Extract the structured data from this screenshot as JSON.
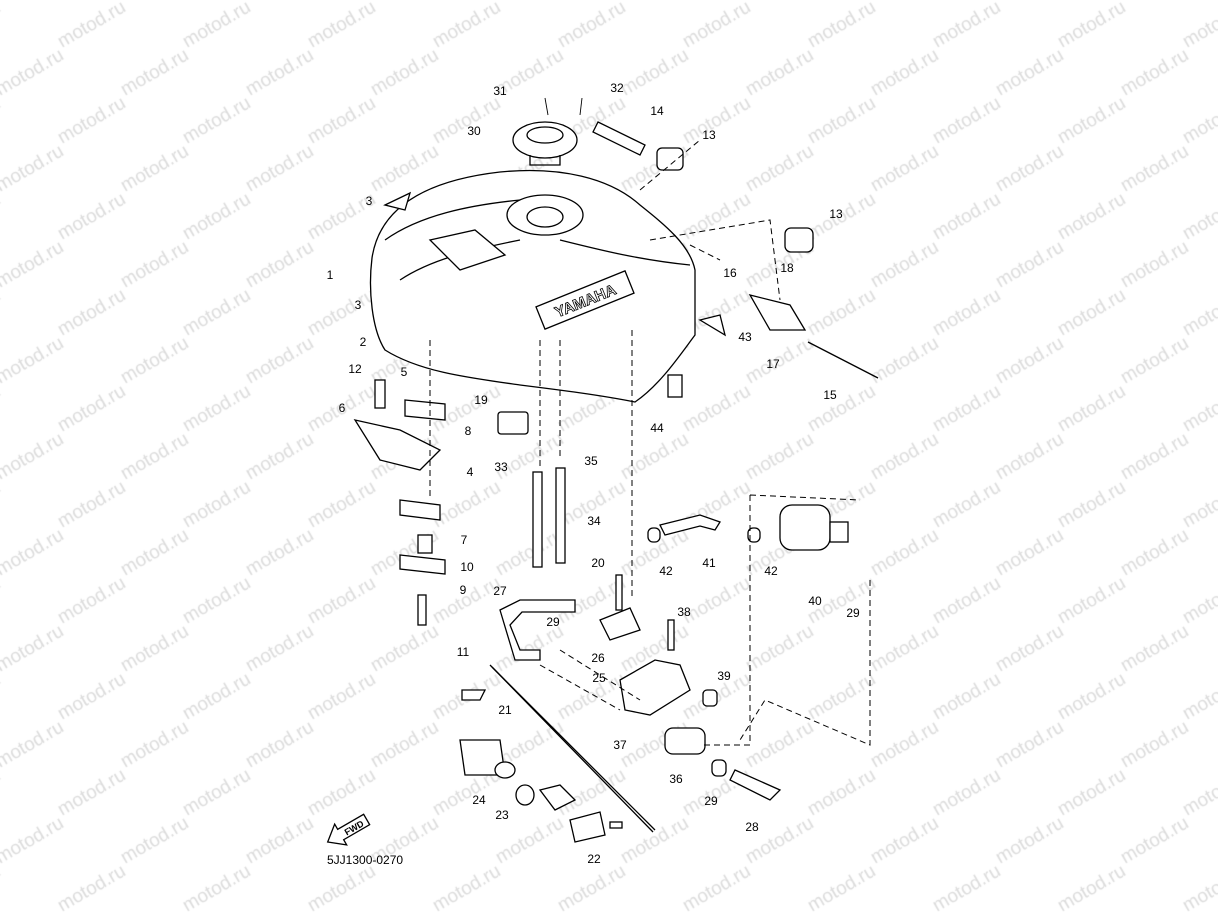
{
  "watermark": "motod.ru",
  "diagram_code": "5JJ1300-0270",
  "fwd_label": "FWD",
  "tank_logo": "YAMAHA",
  "callouts": [
    "31",
    "32",
    "30",
    "14",
    "13",
    "13",
    "3",
    "1",
    "3",
    "2",
    "16",
    "18",
    "43",
    "17",
    "15",
    "12",
    "5",
    "6",
    "19",
    "8",
    "4",
    "44",
    "33",
    "35",
    "34",
    "7",
    "10",
    "9",
    "11",
    "20",
    "27",
    "29",
    "42",
    "41",
    "42",
    "40",
    "29",
    "38",
    "26",
    "25",
    "39",
    "21",
    "37",
    "36",
    "29",
    "28",
    "24",
    "23",
    "22"
  ]
}
